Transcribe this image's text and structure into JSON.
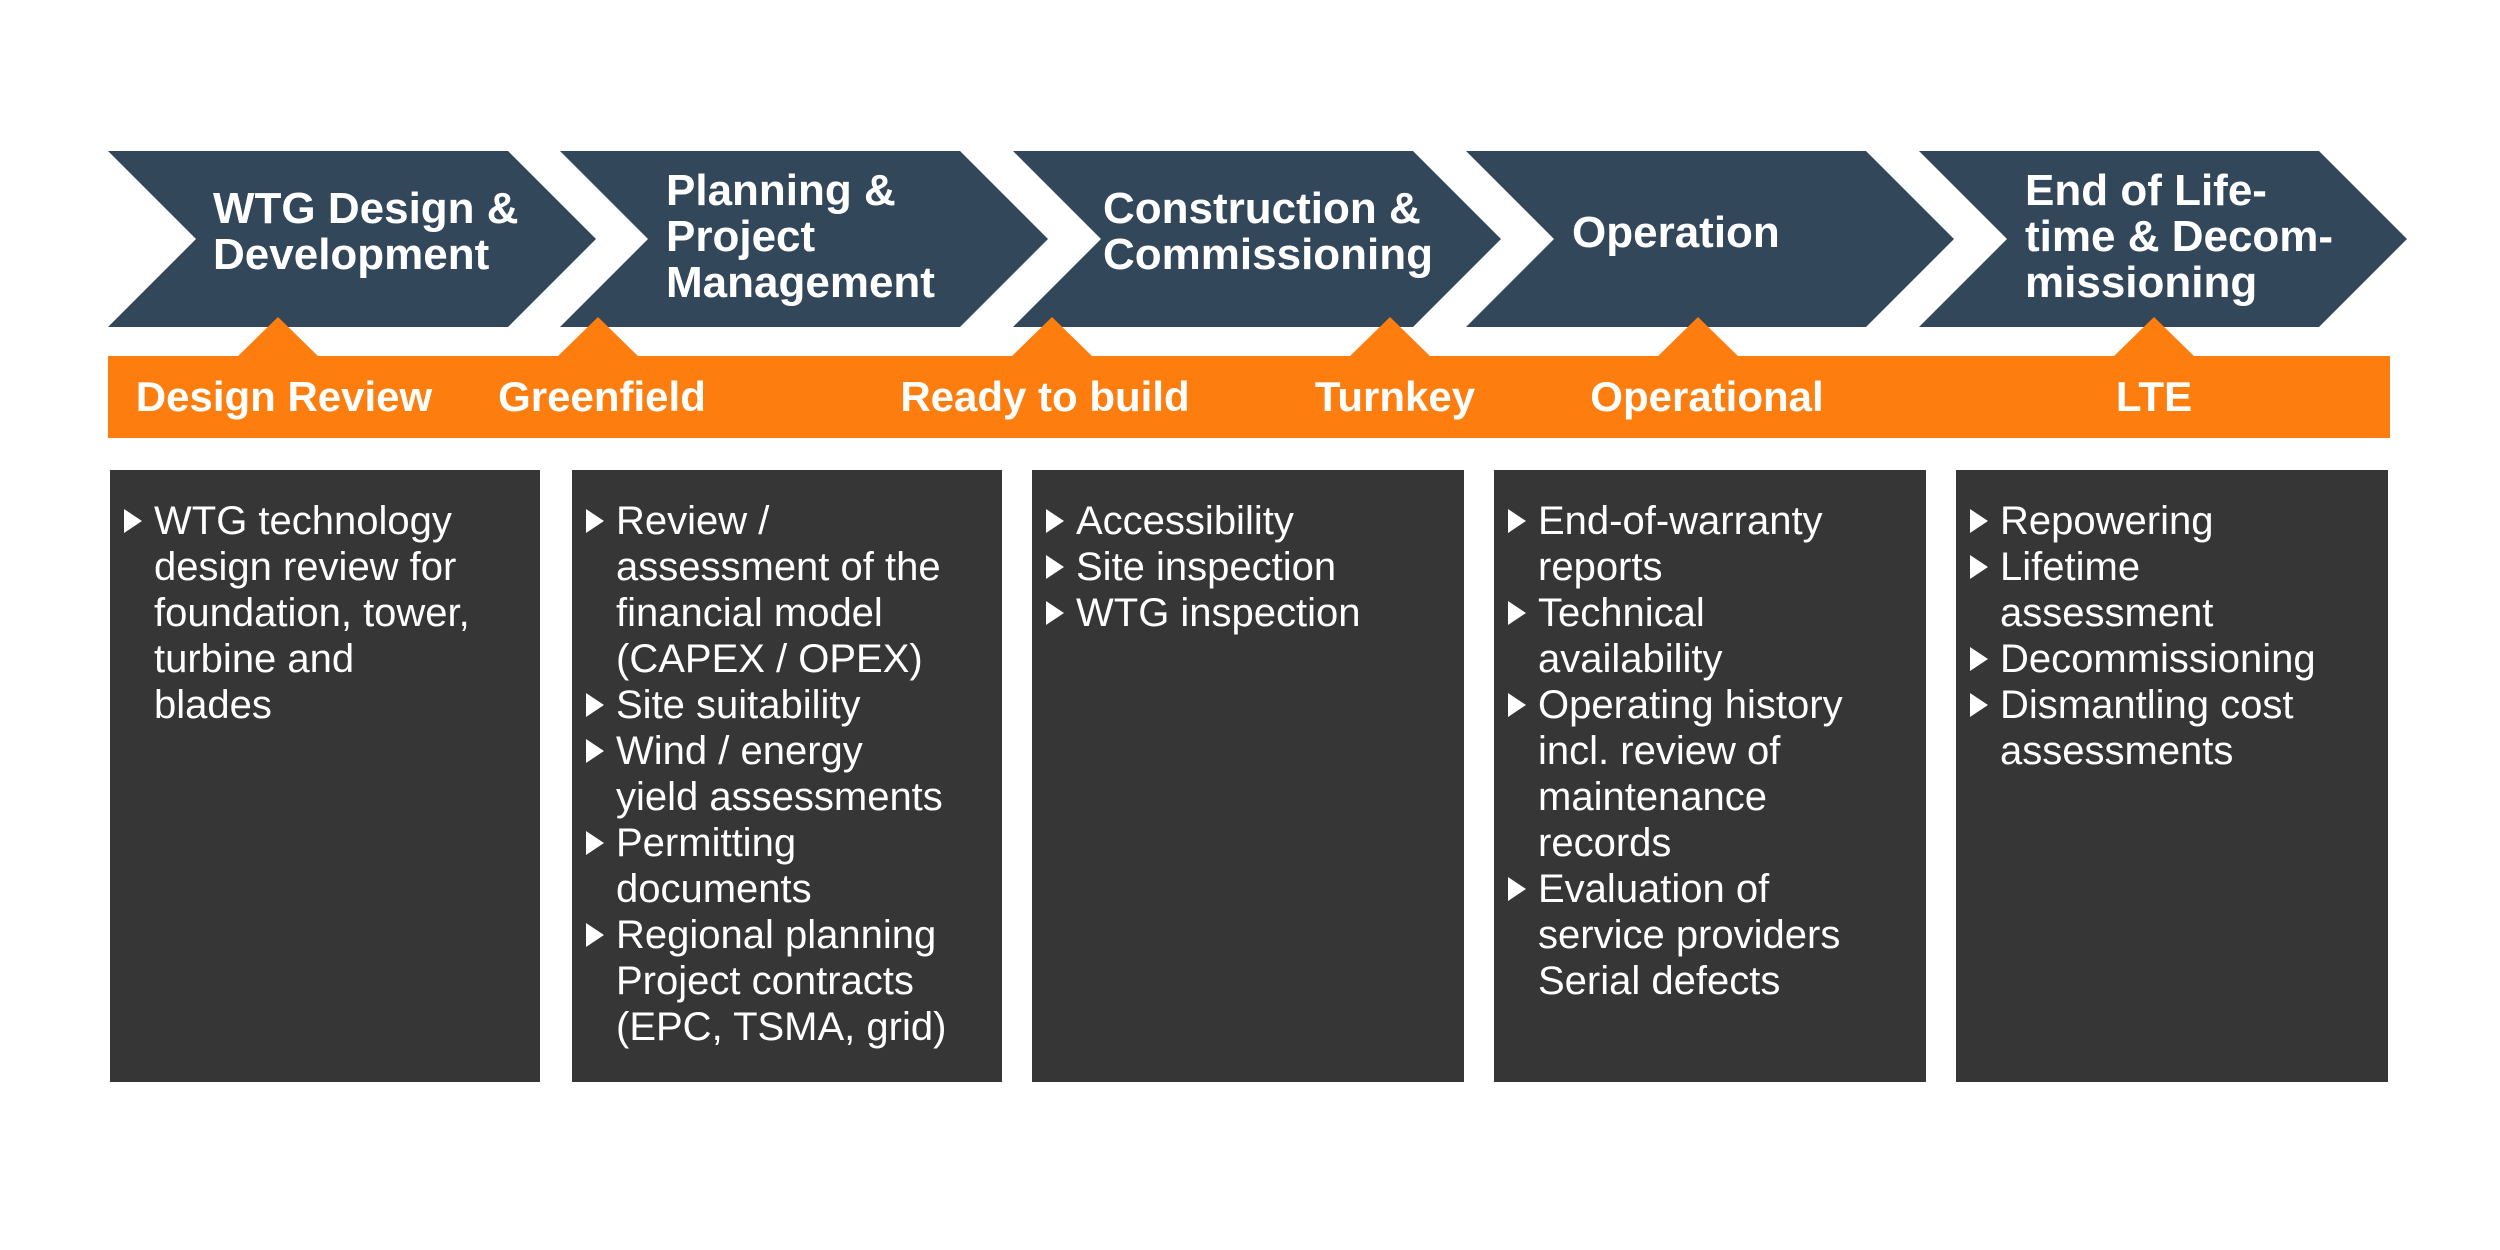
{
  "colors": {
    "phase": "#33475b",
    "band": "#fd7e0f",
    "box": "#363636",
    "text": "#ffffff"
  },
  "phases": [
    {
      "title": "WTG Design &\nDevelopment"
    },
    {
      "title": "Planning &\nProject\nManagement"
    },
    {
      "title": "Construction &\nCommissioning"
    },
    {
      "title": "Operation"
    },
    {
      "title": "End of Life-\ntime & Decom-\nmissioning"
    }
  ],
  "milestones": [
    {
      "label": "Design Review"
    },
    {
      "label": "Greenfield"
    },
    {
      "label": "Ready to build"
    },
    {
      "label": "Turnkey"
    },
    {
      "label": "Operational"
    },
    {
      "label": "LTE"
    }
  ],
  "boxes": [
    {
      "items": [
        {
          "text": "WTG technology\ndesign review for\nfoundation, tower,\nturbine and\nblades",
          "bullet": true
        }
      ]
    },
    {
      "items": [
        {
          "text": "Review /\nassessment of the\nfinancial model\n(CAPEX / OPEX)",
          "bullet": true
        },
        {
          "text": "Site suitability",
          "bullet": true
        },
        {
          "text": "Wind / energy\nyield assessments",
          "bullet": true
        },
        {
          "text": "Permitting\ndocuments",
          "bullet": true
        },
        {
          "text": "Regional planning",
          "bullet": true
        },
        {
          "text": "Project contracts\n(EPC, TSMA, grid)",
          "bullet": false
        }
      ]
    },
    {
      "items": [
        {
          "text": "Accessibility",
          "bullet": true
        },
        {
          "text": "Site inspection",
          "bullet": true
        },
        {
          "text": "WTG inspection",
          "bullet": true
        }
      ]
    },
    {
      "items": [
        {
          "text": "End-of-warranty\nreports",
          "bullet": true
        },
        {
          "text": "Technical\navailability",
          "bullet": true
        },
        {
          "text": "Operating history\nincl. review of\nmaintenance\nrecords",
          "bullet": true
        },
        {
          "text": "Evaluation of\nservice providers",
          "bullet": true
        },
        {
          "text": "Serial defects",
          "bullet": false
        }
      ]
    },
    {
      "items": [
        {
          "text": "Repowering",
          "bullet": true
        },
        {
          "text": "Lifetime\nassessment",
          "bullet": true
        },
        {
          "text": "Decommissioning",
          "bullet": true
        },
        {
          "text": "Dismantling cost\nassessments",
          "bullet": true
        }
      ]
    }
  ]
}
